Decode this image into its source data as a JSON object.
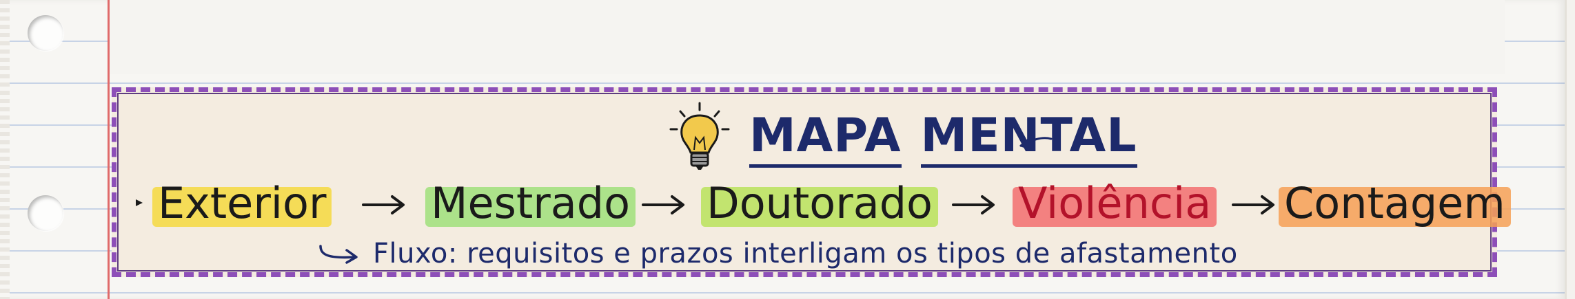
{
  "title": {
    "word1": "MAPA",
    "word2": "MENTAL"
  },
  "flow": [
    {
      "label": "Exterior",
      "highlight": "#f4d93e"
    },
    {
      "label": "Mestrado",
      "highlight": "#9fe07a"
    },
    {
      "label": "Doutorado",
      "highlight": "#b9e35a"
    },
    {
      "label": "Violência",
      "highlight": "#f26e6e",
      "text_color": "#b3122a"
    },
    {
      "label": "Contagem",
      "highlight": "#f6a055"
    }
  ],
  "note": "Fluxo: requisitos e prazos interligam os tipos de afastamento",
  "colors": {
    "border": "#8d4fb8",
    "title": "#1d2a6b",
    "card": "#f4ece0"
  },
  "icons": [
    "lightbulb-icon",
    "arrow-right-icon",
    "hook-arrow-icon"
  ]
}
